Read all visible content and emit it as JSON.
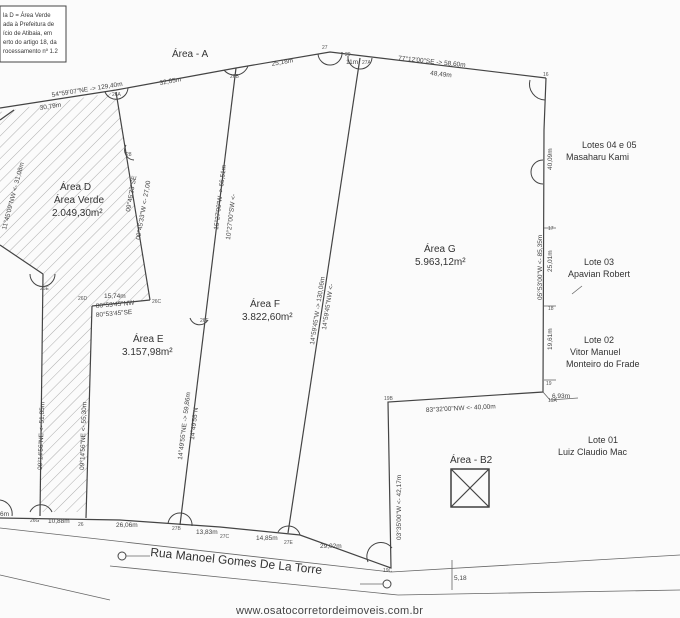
{
  "legend": {
    "lines": [
      "la D = Área Verde",
      "ada à Prefeitura de",
      "ício de Atibaia, em",
      "erto do artigo 18, da",
      "rocessamento nº 1.2"
    ]
  },
  "areas": {
    "a": {
      "name": "Área - A"
    },
    "d": {
      "name": "Área D",
      "label": "Área Verde",
      "size": "2.049,30m²"
    },
    "e": {
      "name": "Área E",
      "size": "3.157,98m²"
    },
    "f": {
      "name": "Área F",
      "size": "3.822,60m²"
    },
    "g": {
      "name": "Área G",
      "size": "5.963,12m²"
    },
    "b2": {
      "name": "Área - B2"
    }
  },
  "lotes": {
    "l0405": {
      "name": "Lotes 04 e 05",
      "owner": "Masaharu Kami"
    },
    "l03": {
      "name": "Lote 03",
      "owner": "Apavian Robert"
    },
    "l02": {
      "name": "Lote 02",
      "owner": "Vitor Manuel",
      "owner2": "Monteiro do Frade"
    },
    "l01": {
      "name": "Lote 01",
      "owner": "Luiz Claudio Mac"
    }
  },
  "street": {
    "name": "Rua Manoel Gomes De La Torre"
  },
  "measurements": {
    "top_left_bearing": "54°59'07\"NE -> 129,40m",
    "top_left_dist1": "30,79m",
    "top_mid_dist": "32,65m",
    "top_dist2": "25,18m",
    "top_dist3": "11m",
    "top_right_bearing": "77°12'00\"SE -> 58,60m",
    "top_right_dist": "48,49m",
    "right_dist1": "40,09m",
    "right_bearing": "05°53'00\"W <- 85,35m",
    "right_dist2": "25,01m",
    "right_dist3": "19,61m",
    "right_small": "6,93m",
    "inner_bearing": "83°32'00\"NW <- 40,00m",
    "b2_bearing": "03°35'00\"W <- 42,17m",
    "mid1_bearing": "15°27'00\"W -> 66,51m",
    "mid1_bearing2": "10°27'00\"SW <-",
    "mid2_bearing": "14°59'45\"W -> 130,06m",
    "mid2_bearing2": "14°59'45\"NW <-",
    "left_bearing1": "09°45'33\"W <- 27,00",
    "left_bearing2": "09°45'33\"SE",
    "e_top_dist": "15,74m",
    "e_top_bearing": "80°53'45\"NW",
    "e_top_bearing2": "80°53'45\"SE",
    "d_bearing1": "09°14'56\"NE <- 51,85m",
    "d_bearing2": "09°14'56\"NE <- 55,30m",
    "f_bearing1": "14°49'55\"NE -> 59,86m",
    "f_bearing2": "14°49'55\"N",
    "bottom_left": "6m",
    "bottom_d": "10,88m",
    "bottom_e": "26,06m",
    "bottom_f": "13,83m",
    "bottom_f2": "14,85m",
    "bottom_g": "29,02m",
    "left_top_bearing": "11°45'09\"NW <- 31,08m",
    "street_small": "5,18"
  },
  "markers": {
    "m27": "27",
    "m27a": "27A",
    "m16": "16",
    "m17": "17",
    "m18": "18",
    "m19": "19",
    "m19a": "19A",
    "m19b": "19B",
    "m26b": "26B",
    "m26c": "26C",
    "m26d": "26D",
    "m26e": "26E",
    "m26f": "26F",
    "m27b": "27B",
    "m27c": "27C",
    "m26a": "26A",
    "m26g": "26G",
    "m28": "28",
    "m29": "29",
    "m26": "26",
    "m27e": "27E",
    "m32": "32",
    "m16b": "16",
    "m19c": "19C"
  },
  "watermark": {
    "text": "www.osatocorretordeimoveis.com.br"
  }
}
